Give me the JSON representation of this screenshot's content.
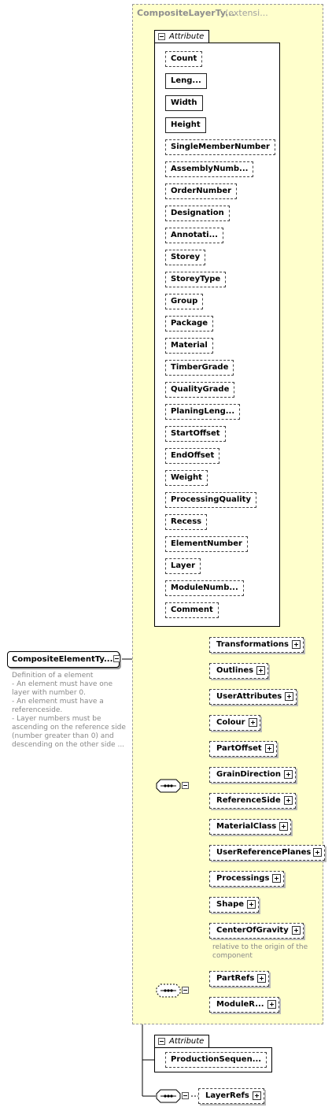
{
  "extension": {
    "type_name": "CompositeLayerTy...",
    "kind_label": "(extensi..."
  },
  "attribute_group_label": "Attribute",
  "attributes": [
    "Count",
    "Leng...",
    "Width",
    "Height",
    "SingleMemberNumber",
    "AssemblyNumb...",
    "OrderNumber",
    "Designation",
    "Annotati...",
    "Storey",
    "StoreyType",
    "Group",
    "Package",
    "Material",
    "TimberGrade",
    "QualityGrade",
    "PlaningLeng...",
    "StartOffset",
    "EndOffset",
    "Weight",
    "ProcessingQuality",
    "Recess",
    "ElementNumber",
    "Layer",
    "ModuleNumb...",
    "Comment"
  ],
  "root": {
    "name": "CompositeElementTy...",
    "documentation": [
      "Definition of a element",
      "- An element must have one",
      "layer with number 0.",
      "- An element must have a",
      "referenceside.",
      "- Layer numbers must be",
      "ascending on the reference side",
      "(number greater than 0) and",
      "descending on the other side ..."
    ]
  },
  "sequence_children": [
    "Transformations",
    "Outlines",
    "UserAttributes",
    "Colour",
    "PartOffset",
    "GrainDirection",
    "ReferenceSide",
    "MaterialClass",
    "UserReferencePlanes",
    "Processings",
    "Shape",
    "CenterOfGravity"
  ],
  "center_of_gravity_note": [
    "relative to the origin of the",
    "component"
  ],
  "optional_sequence_children": [
    "PartRefs",
    "ModuleR..."
  ],
  "own_attribute_group_label": "Attribute",
  "own_attributes": [
    "ProductionSequen..."
  ],
  "bottom_sequence_children": [
    "LayerRefs"
  ]
}
